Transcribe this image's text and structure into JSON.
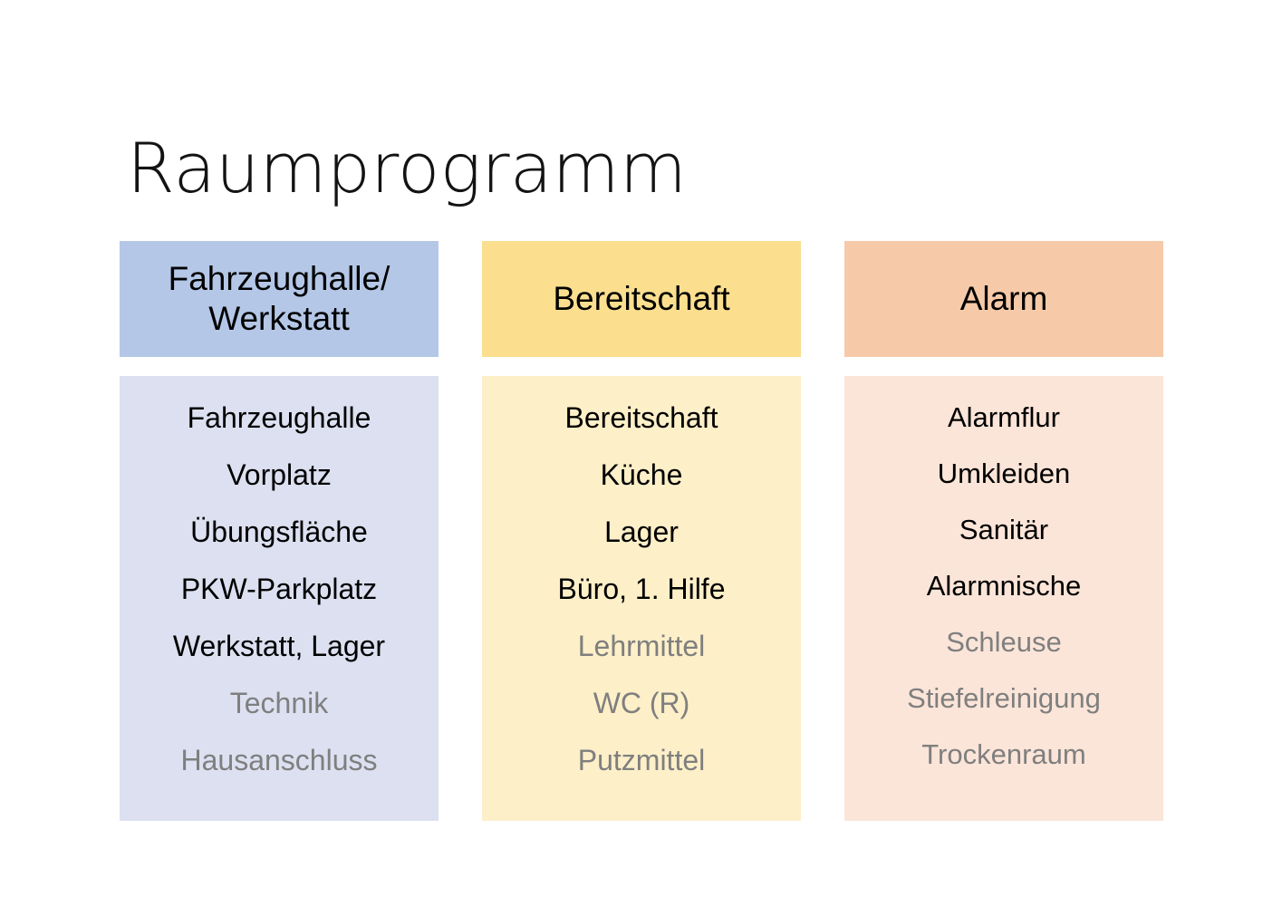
{
  "page": {
    "title": "Raumprogramm",
    "background": "#ffffff",
    "muted_text_color": "#7f7f7f",
    "text_color": "#000000"
  },
  "columns": [
    {
      "id": "fahrzeughalle-werkstatt",
      "header_line1": "Fahrzeughalle/",
      "header_line2": "Werkstatt",
      "header_color": "#b4c7e7",
      "body_color": "#dce0f0",
      "items": [
        {
          "label": "Fahrzeughalle",
          "muted": false
        },
        {
          "label": "Vorplatz",
          "muted": false
        },
        {
          "label": "Übungsfläche",
          "muted": false
        },
        {
          "label": "PKW-Parkplatz",
          "muted": false
        },
        {
          "label": "Werkstatt, Lager",
          "muted": false
        },
        {
          "label": "Technik",
          "muted": true
        },
        {
          "label": "Hausanschluss",
          "muted": true
        }
      ]
    },
    {
      "id": "bereitschaft",
      "header_line1": "Bereitschaft",
      "header_line2": "",
      "header_color": "#fbdf8f",
      "body_color": "#fdefc8",
      "items": [
        {
          "label": "Bereitschaft",
          "muted": false
        },
        {
          "label": "Küche",
          "muted": false
        },
        {
          "label": "Lager",
          "muted": false
        },
        {
          "label": "Büro, 1. Hilfe",
          "muted": false
        },
        {
          "label": "Lehrmittel",
          "muted": true
        },
        {
          "label": "WC (R)",
          "muted": true
        },
        {
          "label": "Putzmittel",
          "muted": true
        }
      ]
    },
    {
      "id": "alarm",
      "header_line1": "Alarm",
      "header_line2": "",
      "header_color": "#f6caa8",
      "body_color": "#fbe5d8",
      "items": [
        {
          "label": "Alarmflur",
          "muted": false
        },
        {
          "label": "Umkleiden",
          "muted": false
        },
        {
          "label": "Sanitär",
          "muted": false
        },
        {
          "label": "Alarmnische",
          "muted": false
        },
        {
          "label": "Schleuse",
          "muted": true
        },
        {
          "label": "Stiefelreinigung",
          "muted": true
        },
        {
          "label": "Trockenraum",
          "muted": true
        }
      ]
    }
  ]
}
